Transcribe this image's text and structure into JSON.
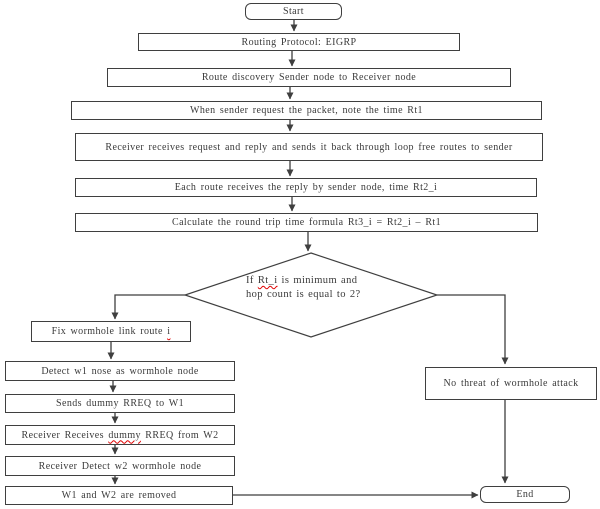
{
  "colors": {
    "line": "#3f3f3f",
    "text": "#3a3a3a",
    "spellcheck": "#e00000"
  },
  "nodes": {
    "start": "Start",
    "routing_protocol": "Routing Protocol: EIGRP",
    "route_discovery": "Route discovery Sender node to Receiver node",
    "note_time": "When sender request the packet, note the time Rt1",
    "receiver_reply": "Receiver receives request and reply and sends it back through loop free routes to sender",
    "each_route": "Each route receives the reply by sender node, time Rt2_i",
    "calculate": "Calculate the round trip time formula Rt3_i = Rt2_i – Rt1",
    "decision": {
      "line1_prefix": "If ",
      "line1_flagged": "Rt_i",
      "line1_suffix": " is minimum and",
      "line2": "hop count is equal to 2?"
    },
    "fix_wormhole": {
      "prefix": "Fix wormhole link route ",
      "flagged": "i"
    },
    "detect_w1": "Detect w1 nose as wormhole node",
    "send_dummy": "Sends dummy RREQ to W1",
    "receive_dummy": {
      "prefix": "Receiver Receives ",
      "flagged": "dummy",
      "suffix": " RREQ from W2"
    },
    "detect_w2": "Receiver Detect w2 wormhole node",
    "removed": "W1 and W2 are removed",
    "no_threat": "No threat of wormhole attack",
    "end": "End"
  }
}
